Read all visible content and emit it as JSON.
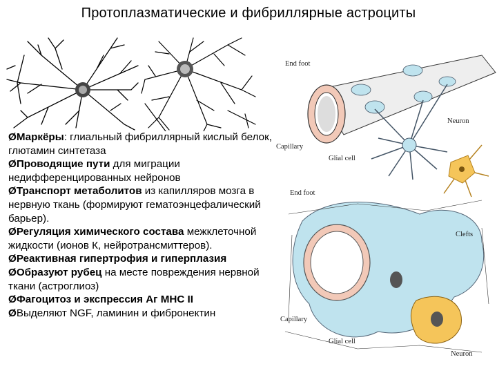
{
  "title": "Протоплазматические и фибриллярные астроциты",
  "items": [
    {
      "lead": "Маркёры",
      "rest": ": глиальный фибриллярный кислый белок, глютамин синтетаза"
    },
    {
      "lead": "Проводящие пути",
      "rest": " для миграции недифференцированных нейронов"
    },
    {
      "lead": "Транспорт метаболитов",
      "rest": " из капилляров мозга в нервную ткань (формируют гематоэнцефалический барьер)."
    },
    {
      "lead": "Регуляция химического состава",
      "rest": " межклеточной жидкости (ионов К, нейротрансмиттеров)."
    },
    {
      "lead": "Реактивная гипертрофия и гиперплазия",
      "rest": ""
    },
    {
      "lead": "Образуют рубец",
      "rest": " на месте повреждения нервной ткани (астроглиоз)"
    },
    {
      "lead": "Фагоцитоз и экспрессия Аг MHC II",
      "rest": ""
    },
    {
      "lead": "",
      "rest": "Выделяют NGF, ламинин и фибронектин"
    }
  ],
  "bullet": "Ø",
  "diagram_labels": {
    "end_foot_top": "End foot",
    "neuron_top": "Neuron",
    "capillary_top": "Capillary",
    "glial_cell_top": "Glial cell",
    "end_foot_bottom": "End foot",
    "clefts": "Clefts",
    "capillary_bottom": "Capillary",
    "glial_cell_bottom": "Glial cell",
    "neuron_bottom": "Neuron"
  },
  "colors": {
    "astro_blue": "#bfe3ee",
    "capillary_pink": "#f2c9b8",
    "neuron_yellow": "#f5c55a"
  }
}
